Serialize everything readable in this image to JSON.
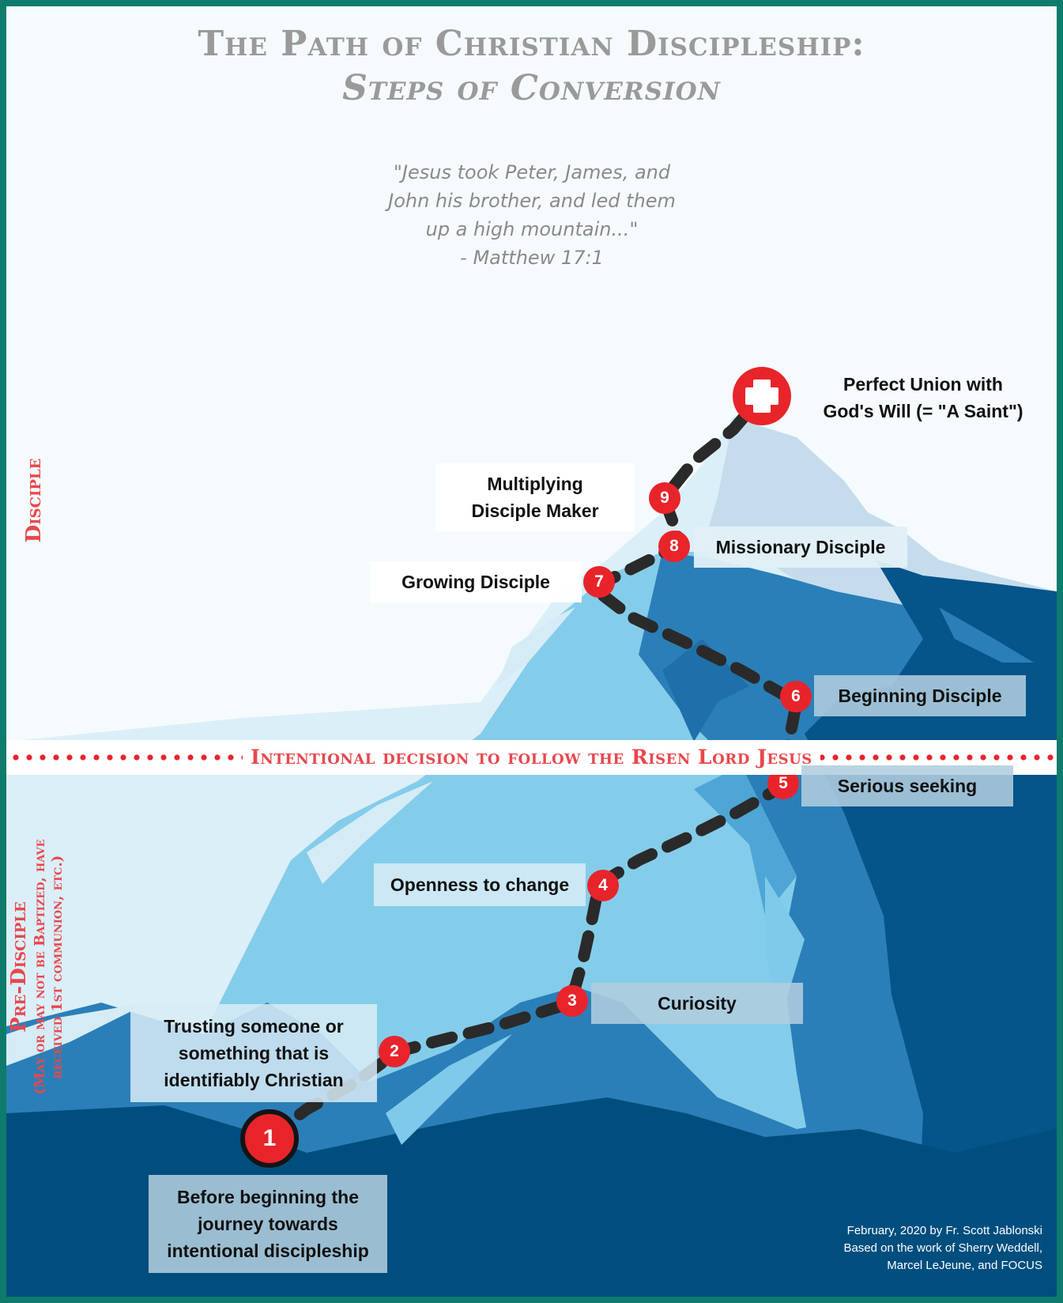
{
  "title": {
    "line1": "The Path of Christian Discipleship:",
    "line2": "Steps of Conversion"
  },
  "quote": {
    "lines": [
      "\"Jesus took Peter, James, and",
      "John his brother, and led them",
      "up a high mountain...\"",
      "- Matthew 17:1"
    ]
  },
  "sections": {
    "disciple": "Disciple",
    "pre_disciple_line1": "Pre-Disciple",
    "pre_disciple_line2": "(May or may not be Baptized, have",
    "pre_disciple_line3": "received 1st communion, etc.)"
  },
  "decision_banner": "Intentional decision to follow the Risen Lord Jesus",
  "summit": {
    "icon": "cross-icon",
    "line1": "Perfect Union with",
    "line2": "God's Will (= \"A Saint\")"
  },
  "steps": [
    {
      "number": "1",
      "lines": [
        "Before beginning the",
        "journey towards",
        "intentional discipleship"
      ]
    },
    {
      "number": "2",
      "lines": [
        "Trusting someone or",
        "something that is",
        "identifiably Christian"
      ]
    },
    {
      "number": "3",
      "lines": [
        "Curiosity"
      ]
    },
    {
      "number": "4",
      "lines": [
        "Openness to change"
      ]
    },
    {
      "number": "5",
      "lines": [
        "Serious seeking"
      ]
    },
    {
      "number": "6",
      "lines": [
        "Beginning Disciple"
      ]
    },
    {
      "number": "7",
      "lines": [
        "Growing Disciple"
      ]
    },
    {
      "number": "8",
      "lines": [
        "Missionary Disciple"
      ]
    },
    {
      "number": "9",
      "lines": [
        "Multiplying",
        "Disciple Maker"
      ]
    }
  ],
  "credit": {
    "line1": "February, 2020 by Fr. Scott Jablonski",
    "line2": "Based on the work of Sherry Weddell,",
    "line3": "Marcel LeJeune, and FOCUS"
  },
  "colors": {
    "frame": "#0f7b6c",
    "accent_red": "#e8242b",
    "title_gray": "#9a9a9a",
    "deep_blue": "#005080",
    "mid_blue": "#2a7fb8",
    "light_blue": "#7fcaea",
    "pale_blue": "#d5ecf6"
  }
}
